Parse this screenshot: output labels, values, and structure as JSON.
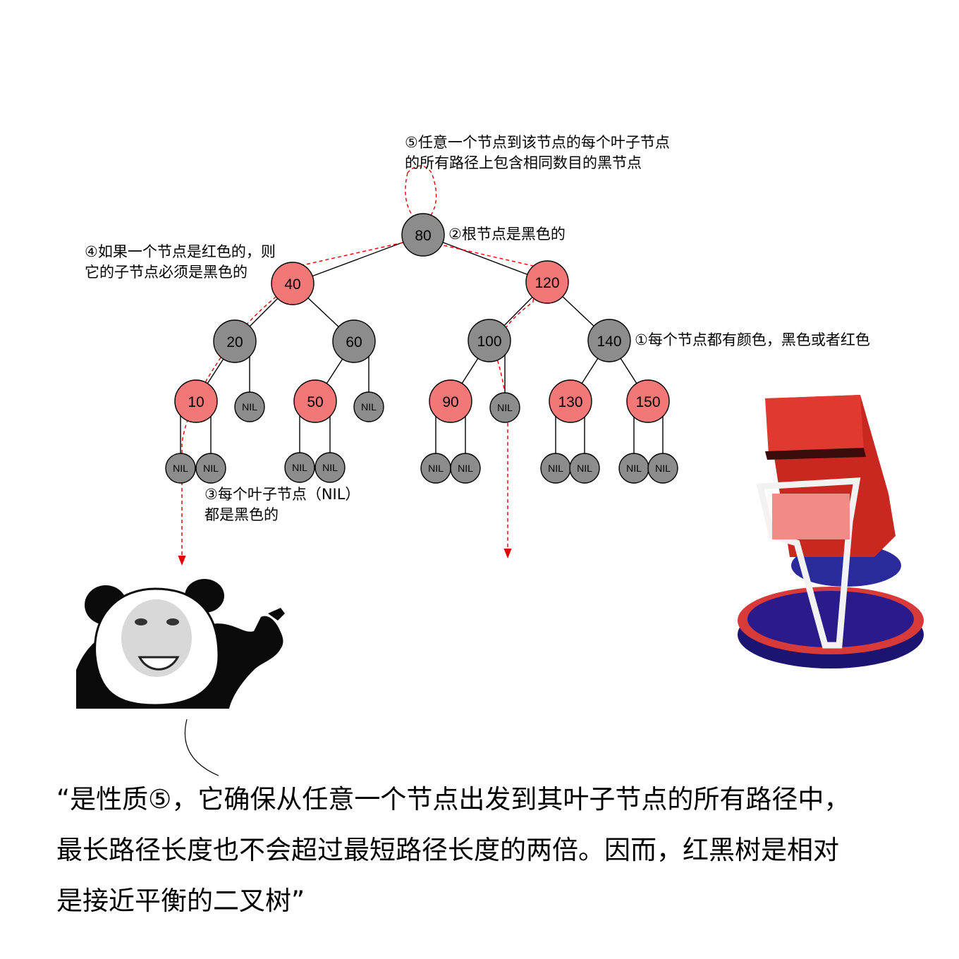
{
  "colors": {
    "black_node": "#8c8c8c",
    "red_node": "#f27878",
    "edge": "#000000",
    "path": "#e60000"
  },
  "tree": {
    "nodes": [
      {
        "id": "n80",
        "label": "80",
        "color": "black"
      },
      {
        "id": "n40",
        "label": "40",
        "color": "red"
      },
      {
        "id": "n120",
        "label": "120",
        "color": "red"
      },
      {
        "id": "n20",
        "label": "20",
        "color": "black"
      },
      {
        "id": "n60",
        "label": "60",
        "color": "black"
      },
      {
        "id": "n100",
        "label": "100",
        "color": "black"
      },
      {
        "id": "n140",
        "label": "140",
        "color": "black"
      },
      {
        "id": "n10",
        "label": "10",
        "color": "red"
      },
      {
        "id": "nil20r",
        "label": "NIL",
        "color": "black"
      },
      {
        "id": "n50",
        "label": "50",
        "color": "red"
      },
      {
        "id": "nil60r",
        "label": "NIL",
        "color": "black"
      },
      {
        "id": "n90",
        "label": "90",
        "color": "red"
      },
      {
        "id": "nil100r",
        "label": "NIL",
        "color": "black"
      },
      {
        "id": "n130",
        "label": "130",
        "color": "red"
      },
      {
        "id": "n150",
        "label": "150",
        "color": "red"
      },
      {
        "id": "nil10l",
        "label": "NIL",
        "color": "black"
      },
      {
        "id": "nil10r",
        "label": "NIL",
        "color": "black"
      },
      {
        "id": "nil50l",
        "label": "NIL",
        "color": "black"
      },
      {
        "id": "nil50r",
        "label": "NIL",
        "color": "black"
      },
      {
        "id": "nil90l",
        "label": "NIL",
        "color": "black"
      },
      {
        "id": "nil90r",
        "label": "NIL",
        "color": "black"
      },
      {
        "id": "nil130l",
        "label": "NIL",
        "color": "black"
      },
      {
        "id": "nil130r",
        "label": "NIL",
        "color": "black"
      },
      {
        "id": "nil150l",
        "label": "NIL",
        "color": "black"
      },
      {
        "id": "nil150r",
        "label": "NIL",
        "color": "black"
      }
    ],
    "edges": [
      [
        "n80",
        "n40"
      ],
      [
        "n80",
        "n120"
      ],
      [
        "n40",
        "n20"
      ],
      [
        "n40",
        "n60"
      ],
      [
        "n120",
        "n100"
      ],
      [
        "n120",
        "n140"
      ],
      [
        "n20",
        "n10"
      ],
      [
        "n20",
        "nil20r"
      ],
      [
        "n60",
        "n50"
      ],
      [
        "n60",
        "nil60r"
      ],
      [
        "n100",
        "n90"
      ],
      [
        "n100",
        "nil100r"
      ],
      [
        "n140",
        "n130"
      ],
      [
        "n140",
        "n150"
      ],
      [
        "n10",
        "nil10l"
      ],
      [
        "n10",
        "nil10r"
      ],
      [
        "n50",
        "nil50l"
      ],
      [
        "n50",
        "nil50r"
      ],
      [
        "n90",
        "nil90l"
      ],
      [
        "n90",
        "nil90r"
      ],
      [
        "n130",
        "nil130l"
      ],
      [
        "n130",
        "nil130r"
      ],
      [
        "n150",
        "nil150l"
      ],
      [
        "n150",
        "nil150r"
      ]
    ]
  },
  "annotations": {
    "p5_line1": "⑤任意一个节点到该节点的每个叶子节点",
    "p5_line2": "的所有路径上包含相同数目的黑节点",
    "p2": "②根节点是黑色的",
    "p4_line1": "④如果一个节点是红色的，则",
    "p4_line2": "它的子节点必须是黑色的",
    "p1": "①每个节点都有颜色，黑色或者红色",
    "p3_line1": "③每个叶子节点（NIL）",
    "p3_line2": "都是黑色的"
  },
  "quote": {
    "line1": "“是性质⑤，它确保从任意一个节点出发到其叶子节点的所有路径中，",
    "line2": "最长路径长度也不会超过最短路径长度的两倍。因而，红黑树是相对",
    "line3": "是接近平衡的二叉树”"
  }
}
